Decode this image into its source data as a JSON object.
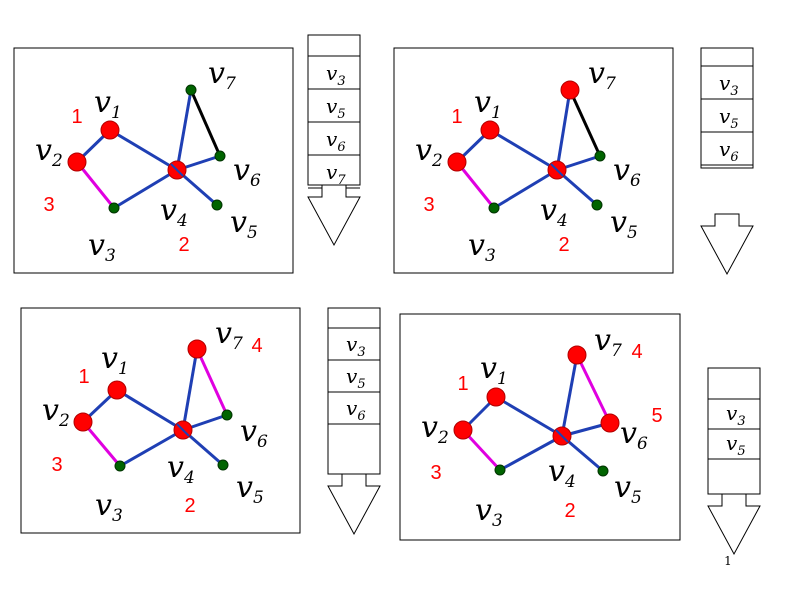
{
  "colors": {
    "red_vertex": "#ff0000",
    "green_vertex": "#006400",
    "tree_edge": "#1f3fb4",
    "back_edge_black": "#000000",
    "magenta_edge": "#e000e0",
    "order_label": "#ff0000"
  },
  "vertices": [
    "v1",
    "v2",
    "v3",
    "v4",
    "v5",
    "v6",
    "v7"
  ],
  "page_number": "1",
  "panels": [
    {
      "id": "panel-1",
      "red": [
        "v1",
        "v2",
        "v4"
      ],
      "order_labels": {
        "v1": "1",
        "v4": "2",
        "v2": "3"
      },
      "magenta_edges": [
        [
          "v2",
          "v3"
        ]
      ],
      "black_edges": [
        [
          "v7",
          "v6"
        ]
      ],
      "blue_edges": [
        [
          "v1",
          "v2"
        ],
        [
          "v1",
          "v4"
        ],
        [
          "v4",
          "v3"
        ],
        [
          "v4",
          "v5"
        ],
        [
          "v4",
          "v6"
        ],
        [
          "v4",
          "v7"
        ]
      ],
      "stack": [
        "v3",
        "v5",
        "v6",
        "v7"
      ]
    },
    {
      "id": "panel-2",
      "red": [
        "v1",
        "v2",
        "v4",
        "v7"
      ],
      "order_labels": {
        "v1": "1",
        "v4": "2",
        "v2": "3"
      },
      "magenta_edges": [
        [
          "v2",
          "v3"
        ]
      ],
      "black_edges": [
        [
          "v7",
          "v6"
        ]
      ],
      "blue_edges": [
        [
          "v1",
          "v2"
        ],
        [
          "v1",
          "v4"
        ],
        [
          "v4",
          "v3"
        ],
        [
          "v4",
          "v5"
        ],
        [
          "v4",
          "v6"
        ],
        [
          "v4",
          "v7"
        ]
      ],
      "stack": [
        "v3",
        "v5",
        "v6"
      ]
    },
    {
      "id": "panel-3",
      "red": [
        "v1",
        "v2",
        "v4",
        "v7"
      ],
      "order_labels": {
        "v1": "1",
        "v4": "2",
        "v2": "3",
        "v7": "4"
      },
      "magenta_edges": [
        [
          "v2",
          "v3"
        ],
        [
          "v7",
          "v6"
        ]
      ],
      "black_edges": [],
      "blue_edges": [
        [
          "v1",
          "v2"
        ],
        [
          "v1",
          "v4"
        ],
        [
          "v4",
          "v3"
        ],
        [
          "v4",
          "v5"
        ],
        [
          "v4",
          "v6"
        ],
        [
          "v4",
          "v7"
        ]
      ],
      "stack": [
        "v3",
        "v5",
        "v6"
      ]
    },
    {
      "id": "panel-4",
      "red": [
        "v1",
        "v2",
        "v4",
        "v7",
        "v6"
      ],
      "order_labels": {
        "v1": "1",
        "v4": "2",
        "v2": "3",
        "v7": "4",
        "v6": "5"
      },
      "magenta_edges": [
        [
          "v2",
          "v3"
        ],
        [
          "v7",
          "v6"
        ]
      ],
      "black_edges": [],
      "blue_edges": [
        [
          "v1",
          "v2"
        ],
        [
          "v1",
          "v4"
        ],
        [
          "v4",
          "v3"
        ],
        [
          "v4",
          "v5"
        ],
        [
          "v4",
          "v6"
        ],
        [
          "v4",
          "v7"
        ]
      ],
      "stack": [
        "v3",
        "v5"
      ]
    }
  ]
}
